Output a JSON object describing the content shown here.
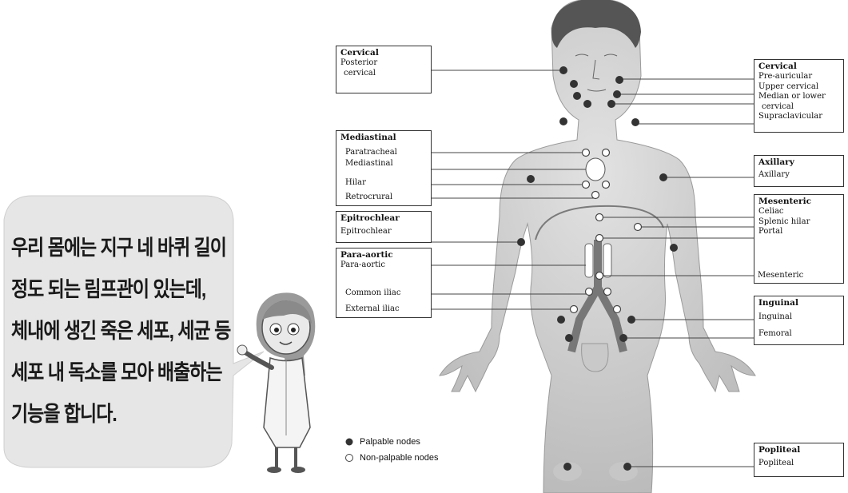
{
  "bubble": {
    "lines": [
      "우리 몸에는 지구 네 바퀴 길이",
      "정도 되는 림프관이 있는데,",
      "체내에 생긴 죽은 세포, 세균 등",
      "세포 내 독소를 모아 배출하는",
      "기능을 합니다."
    ]
  },
  "left_boxes": {
    "cervical": {
      "title": "Cervical",
      "items": [
        "Posterior",
        "cervical"
      ]
    },
    "mediastinal": {
      "title": "Mediastinal",
      "items": [
        "Paratracheal",
        "Mediastinal",
        "Hilar",
        "Retrocrural"
      ]
    },
    "epitrochlear": {
      "title": "Epitrochlear",
      "items": [
        "Epitrochlear"
      ]
    },
    "para_aortic": {
      "title": "Para-aortic",
      "items": [
        "Para-aortic",
        "Common iliac",
        "External iliac"
      ]
    }
  },
  "right_boxes": {
    "cervical": {
      "title": "Cervical",
      "items": [
        "Pre-auricular",
        "Upper cervical",
        "Median or lower",
        "cervical",
        "Supraclavicular"
      ]
    },
    "axillary": {
      "title": "Axillary",
      "items": [
        "Axillary"
      ]
    },
    "mesenteric": {
      "title": "Mesenteric",
      "items": [
        "Celiac",
        "Splenic hilar",
        "Portal",
        "Mesenteric"
      ]
    },
    "inguinal": {
      "title": "Inguinal",
      "items": [
        "Inguinal",
        "Femoral"
      ]
    },
    "popliteal": {
      "title": "Popliteal",
      "items": [
        "Popliteal"
      ]
    }
  },
  "legend": {
    "palpable": "Palpable nodes",
    "non_palpable": "Non-palpable nodes"
  },
  "colors": {
    "skin": "#d3d3d3",
    "skin_shadow": "#a9a9a9",
    "node_filled": "#333333",
    "line": "#444444",
    "bubble_bg": "#e6e6e6"
  }
}
